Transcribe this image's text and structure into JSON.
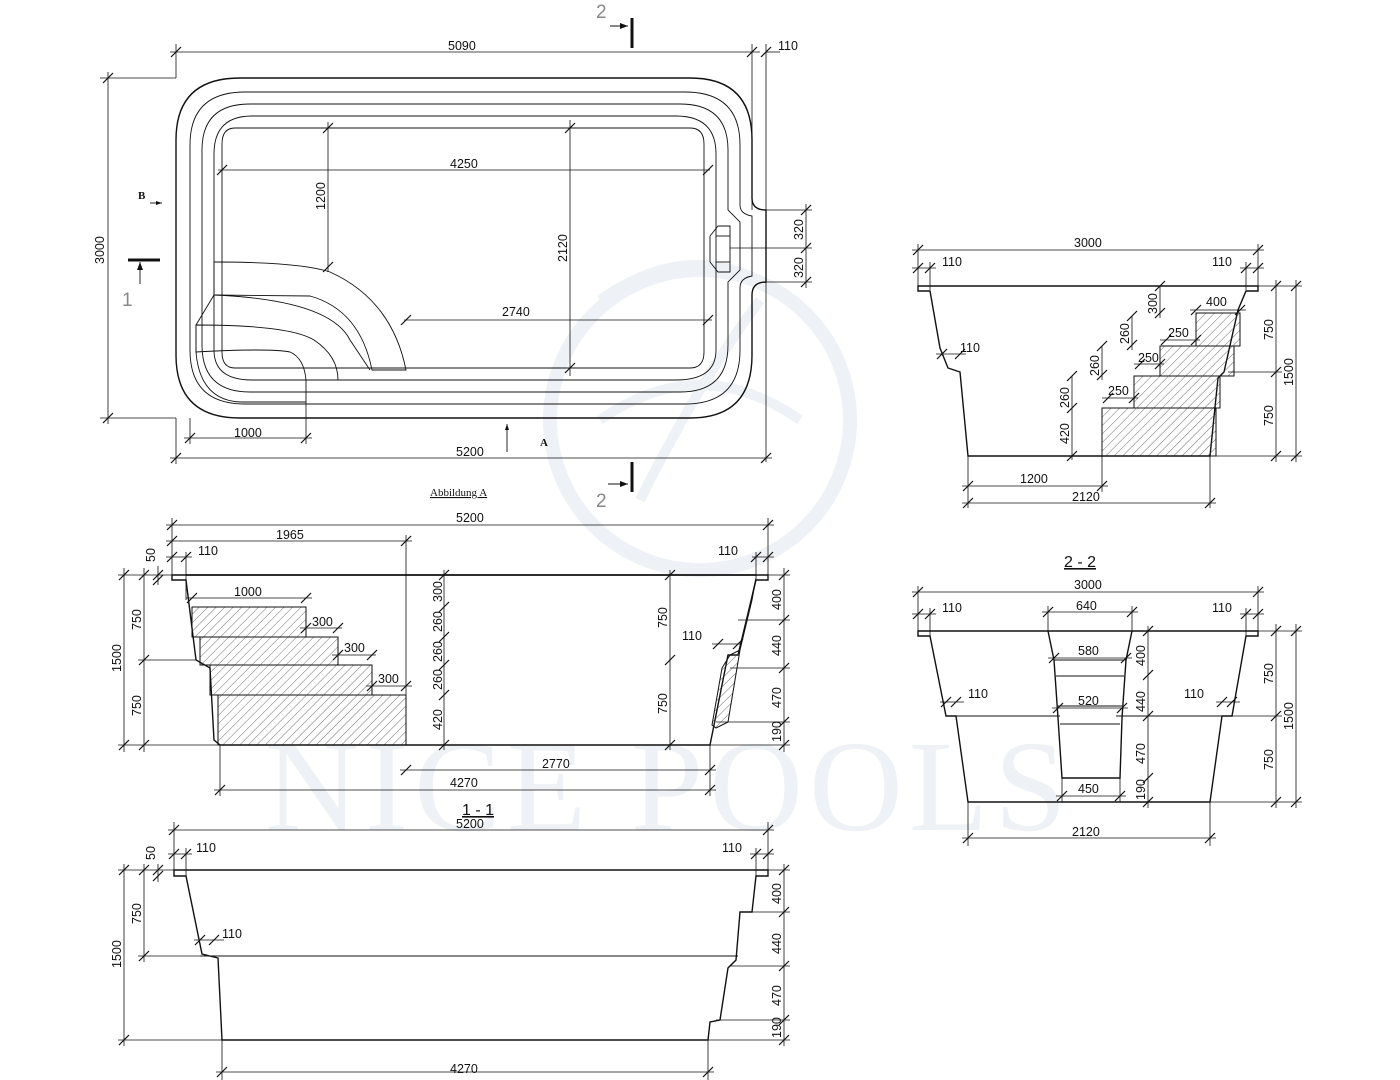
{
  "watermark": {
    "text": "NICE POOLS"
  },
  "caption": "Abbildung A",
  "section_titles": {
    "s11": "1 - 1",
    "s22": "2 - 2"
  },
  "markers": {
    "section1": "1",
    "section2": "2",
    "view_a": "A",
    "view_b": "B"
  },
  "plan": {
    "top_length": "5090",
    "top_right_offset": "110",
    "height": "3000",
    "inner_length": "4250",
    "step_depth": "1200",
    "inner_width": "2120",
    "skimmer_upper": "320",
    "skimmer_lower": "320",
    "bench_length": "2740",
    "step_width": "1000",
    "bottom_length": "5200"
  },
  "section_1_1_steps": {
    "total_length": "5200",
    "step_run": "1965",
    "rim_left": "110",
    "rim_right": "110",
    "rim_height": "50",
    "upper_depth": "750",
    "total_depth": "1500",
    "lower_depth": "750",
    "step_width": "1000",
    "tread1": "300",
    "tread2": "300",
    "tread3": "300",
    "riser1": "300",
    "riser2": "260",
    "riser3": "260",
    "riser4": "260",
    "riser5": "420",
    "right_upper": "750",
    "right_lower": "750",
    "bench_ledge": "110",
    "right_r1": "400",
    "right_r2": "440",
    "right_r3": "470",
    "right_r4": "190",
    "floor_length": "2770",
    "bottom_length": "4270"
  },
  "section_1_1_plain": {
    "total_length": "5200",
    "rim_left": "110",
    "rim_right": "110",
    "rim_height": "50",
    "upper_depth": "750",
    "total_depth": "1500",
    "ledge": "110",
    "right_r1": "400",
    "right_r2": "440",
    "right_r3": "470",
    "right_r4": "190",
    "bottom_length": "4270"
  },
  "section_b": {
    "width": "3000",
    "rim_left": "110",
    "rim_right": "110",
    "step_top": "400",
    "riser1": "300",
    "riser2": "260",
    "riser3": "260",
    "riser4": "260",
    "riser5": "420",
    "tread1": "250",
    "tread2": "250",
    "tread3": "250",
    "ledge": "110",
    "upper": "750",
    "total": "1500",
    "lower": "750",
    "floor": "1200",
    "bottom": "2120"
  },
  "section_2_2": {
    "width": "3000",
    "rim_left": "110",
    "rim_right": "110",
    "top_width": "640",
    "w2": "580",
    "w3": "520",
    "w4": "450",
    "ledge_left": "110",
    "ledge_right": "110",
    "r1": "400",
    "r2": "440",
    "r3": "470",
    "r4": "190",
    "upper": "750",
    "total": "1500",
    "lower": "750",
    "bottom": "2120"
  }
}
